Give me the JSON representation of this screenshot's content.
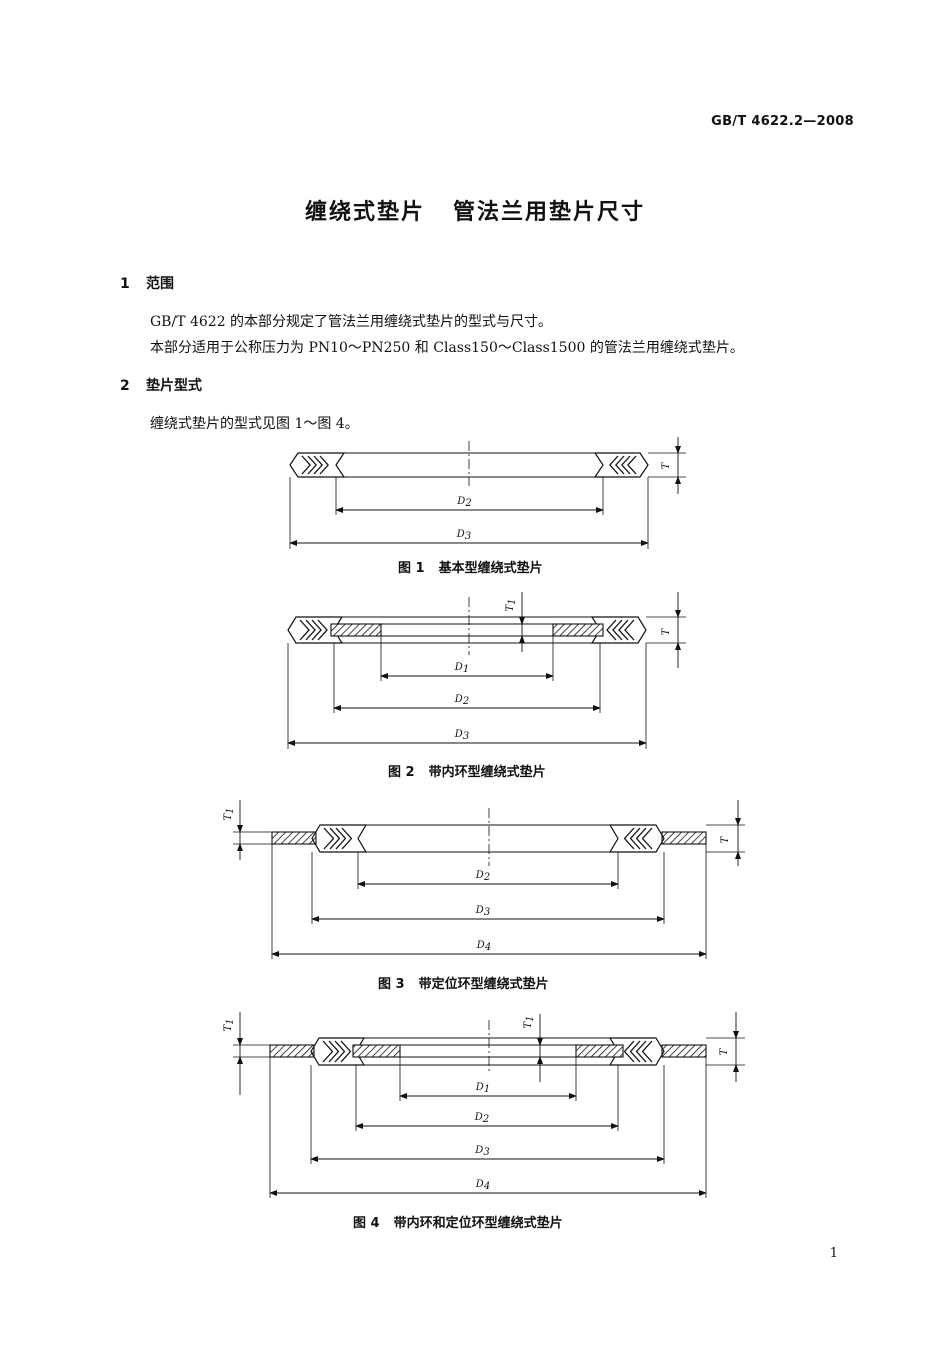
{
  "header": {
    "standard_number": "GB/T 4622.2—2008"
  },
  "title": {
    "part1": "缠绕式垫片",
    "part2": "管法兰用垫片尺寸"
  },
  "sections": [
    {
      "number": "1",
      "heading": "范围",
      "paragraphs": [
        "GB/T 4622 的本部分规定了管法兰用缠绕式垫片的型式与尺寸。",
        "本部分适用于公称压力为 PN10～PN250 和 Class150～Class1500 的管法兰用缠绕式垫片。"
      ]
    },
    {
      "number": "2",
      "heading": "垫片型式",
      "paragraphs": [
        "缠绕式垫片的型式见图 1～图 4。"
      ]
    }
  ],
  "figures": [
    {
      "label": "图 1",
      "caption": "基本型缠绕式垫片",
      "dims": [
        "D2",
        "D3",
        "T"
      ]
    },
    {
      "label": "图 2",
      "caption": "带内环型缠绕式垫片",
      "dims": [
        "D1",
        "D2",
        "D3",
        "T",
        "T1"
      ]
    },
    {
      "label": "图 3",
      "caption": "带定位环型缠绕式垫片",
      "dims": [
        "D2",
        "D3",
        "D4",
        "T",
        "T1"
      ]
    },
    {
      "label": "图 4",
      "caption": "带内环和定位环型缠绕式垫片",
      "dims": [
        "D1",
        "D2",
        "D3",
        "D4",
        "T",
        "T1"
      ]
    }
  ],
  "dimension_symbols": {
    "D": "D",
    "T": "T",
    "sub1": "1",
    "sub2": "2",
    "sub3": "3",
    "sub4": "4"
  },
  "footer": {
    "page_number": "1"
  }
}
